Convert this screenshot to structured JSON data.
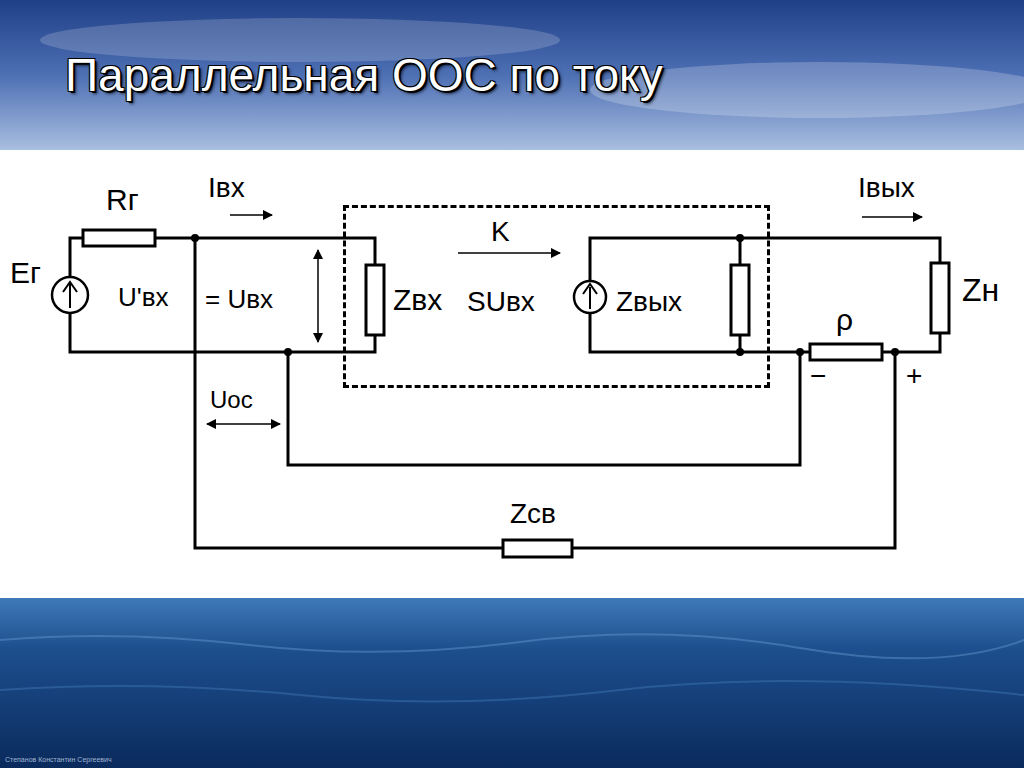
{
  "diagram": {
    "title": "Параллельная ООС по току",
    "nodes": [
      {
        "text": [
          "K",
          "Zвх",
          "SUвх",
          "Zвых"
        ]
      }
    ],
    "labels": [
      "Rг",
      "Iвх",
      "Eг",
      "U'вх",
      "= Uвх",
      "Uос",
      "Iвых",
      "Zн",
      "ρ",
      "−",
      "+",
      "Zсв",
      "Степанов Константин Сергеевич"
    ]
  }
}
